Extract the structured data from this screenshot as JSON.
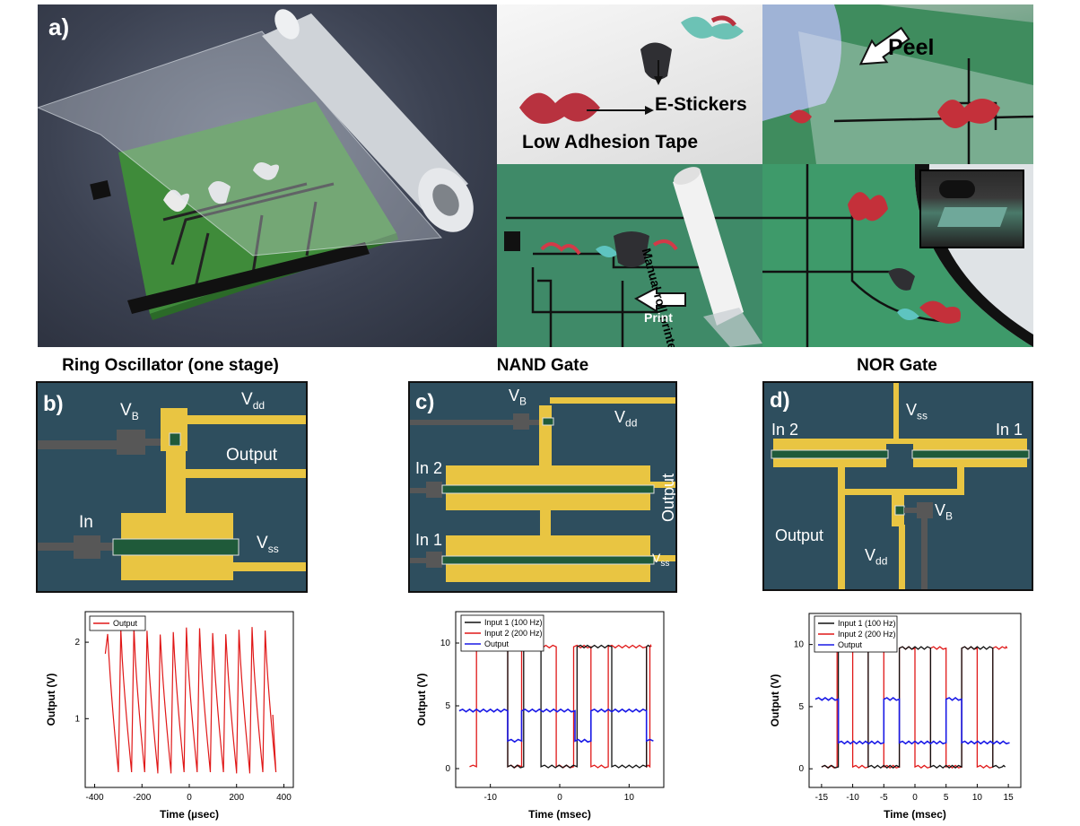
{
  "panel_a": {
    "label": "a)",
    "photo_tr1": {
      "e_stickers": "E-Stickers",
      "tape": "Low Adhesion Tape"
    },
    "photo_tr2": {
      "peel": "Peel"
    },
    "photo_br1": {
      "printer": "Manual roll printer",
      "print": "Print"
    }
  },
  "titles": {
    "b": "Ring Oscillator (one stage)",
    "c": "NAND Gate",
    "d": "NOR Gate"
  },
  "panel_b": {
    "label": "b)",
    "vb_main": "V",
    "vb_sub": "B",
    "vdd_main": "V",
    "vdd_sub": "dd",
    "output": "Output",
    "in": "In",
    "vss_main": "V",
    "vss_sub": "ss"
  },
  "panel_c": {
    "label": "c)",
    "vb_main": "V",
    "vb_sub": "B",
    "vdd_main": "V",
    "vdd_sub": "dd",
    "in2": "In 2",
    "in1": "In 1",
    "output": "Output",
    "vss_main": "V",
    "vss_sub": "ss"
  },
  "panel_d": {
    "label": "d)",
    "vss_main": "V",
    "vss_sub": "ss",
    "in2": "In 2",
    "in1": "In 1",
    "output": "Output",
    "vdd_main": "V",
    "vdd_sub": "dd",
    "vb_main": "V",
    "vb_sub": "B"
  },
  "colors": {
    "gold": "#e9c542",
    "panel_bg": "#2e4e5e",
    "gate": "#1f5a3a",
    "electrode": "#575757",
    "red": "#e01818",
    "blue": "#1a1ae6",
    "black": "#111111"
  },
  "chart_data": [
    {
      "type": "line",
      "panel": "b",
      "xlabel": "Time (µsec)",
      "ylabel": "Output (V)",
      "xticks": [
        -400,
        -200,
        0,
        200,
        400
      ],
      "yticks": [
        1,
        2
      ],
      "xlim": [
        -440,
        440
      ],
      "ylim": [
        0.1,
        2.4
      ],
      "series": [
        {
          "name": "Output",
          "color": "#e01818",
          "period": 55.5,
          "x_start": -355,
          "x_end": 345,
          "min": 0.3,
          "max": 2.2
        }
      ]
    },
    {
      "type": "line",
      "panel": "c",
      "xlabel": "Time (msec)",
      "ylabel": "Output (V)",
      "xticks": [
        -10,
        0,
        10
      ],
      "yticks": [
        0,
        5,
        10
      ],
      "xlim": [
        -15,
        15
      ],
      "ylim": [
        -1.5,
        12.5
      ],
      "series": [
        {
          "name": "Input 1 (100 Hz)",
          "color": "#111111",
          "low": 0.15,
          "high": 9.7
        },
        {
          "name": "Input 2 (200 Hz)",
          "color": "#e01818",
          "low": 0.15,
          "high": 9.7
        },
        {
          "name": "Output",
          "color": "#1a1ae6",
          "low": 2.2,
          "high": 4.6
        }
      ]
    },
    {
      "type": "line",
      "panel": "d",
      "xlabel": "Time (msec)",
      "ylabel": "Output (V)",
      "xticks": [
        -15,
        -10,
        -5,
        0,
        5,
        10,
        15
      ],
      "yticks": [
        0,
        5,
        10
      ],
      "xlim": [
        -17,
        17
      ],
      "ylim": [
        -1.5,
        12.5
      ],
      "series": [
        {
          "name": "Input 1 (100 Hz)",
          "color": "#111111",
          "low": 0.15,
          "high": 9.7
        },
        {
          "name": "Input 2 (200 Hz)",
          "color": "#e01818",
          "low": 0.15,
          "high": 9.7
        },
        {
          "name": "Output",
          "color": "#1a1ae6",
          "low": 2.1,
          "high": 5.6
        }
      ]
    }
  ]
}
